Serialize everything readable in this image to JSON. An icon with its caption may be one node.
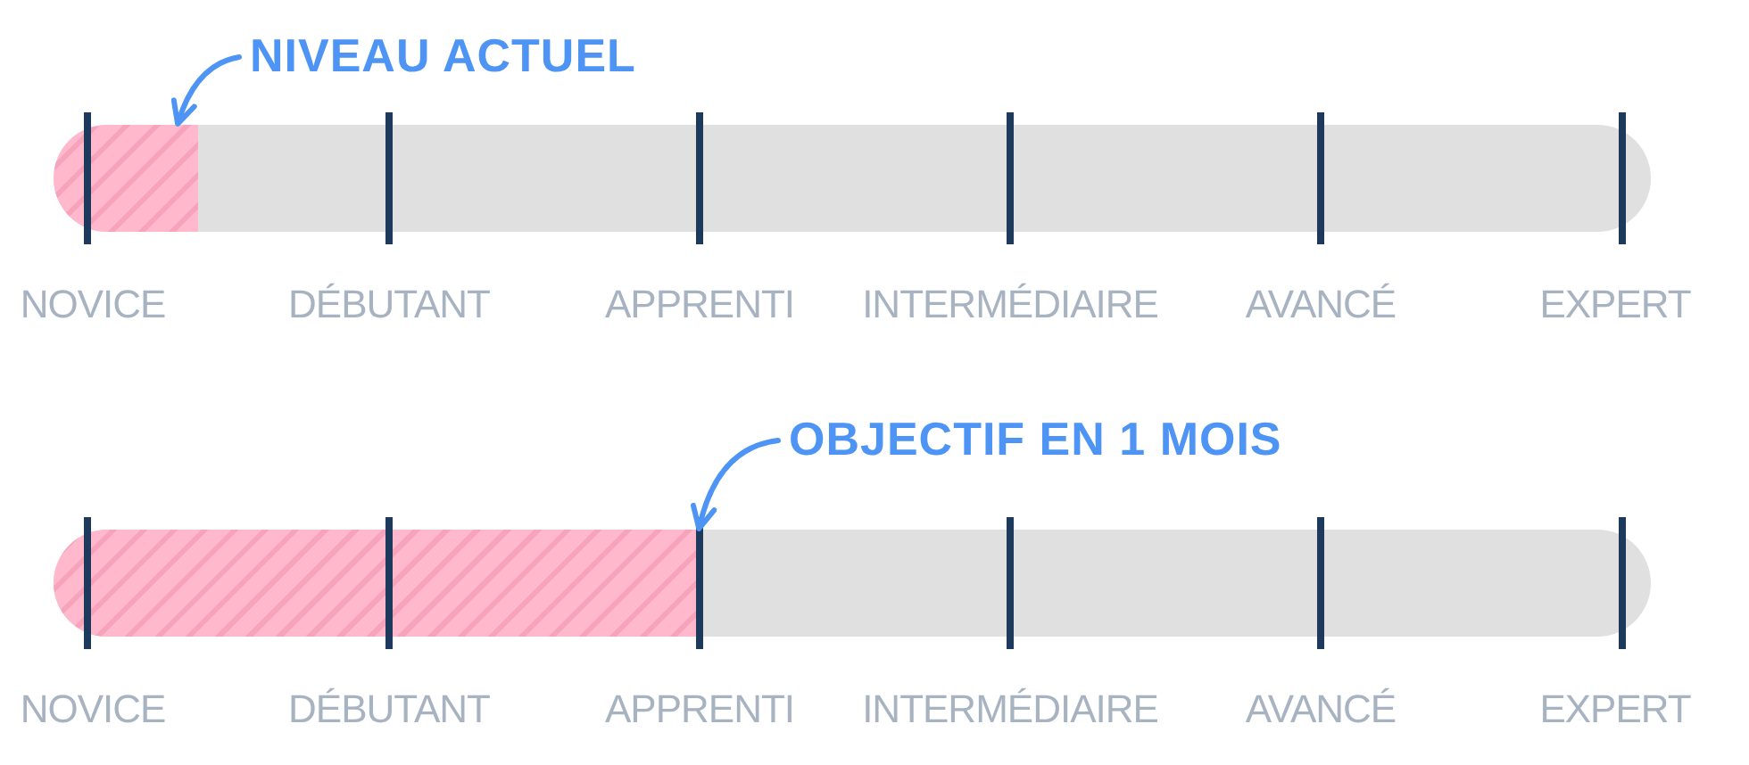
{
  "diagram": {
    "nodes": [
      {
        "text": [
          "NIVEAU ACTUEL"
        ]
      },
      {
        "text": [],
        "shape": "bar"
      },
      {
        "text": [
          "OBJECTIF EN 1 MOIS"
        ]
      },
      {
        "text": [],
        "shape": "bar"
      }
    ],
    "edges": [
      {
        "from": 0,
        "to": 1,
        "arrow": "to"
      },
      {
        "from": 2,
        "to": 3,
        "arrow": "to"
      }
    ],
    "labels": [
      "NOVICE",
      "DÉBUTANT",
      "APPRENTI",
      "INTERMÉDIAIRE",
      "AVANCÉ",
      "EXPERT",
      "NOVICE",
      "DÉBUTANT",
      "APPRENTI",
      "INTERMÉDIAIRE",
      "AVANCÉ",
      "EXPERT"
    ]
  }
}
